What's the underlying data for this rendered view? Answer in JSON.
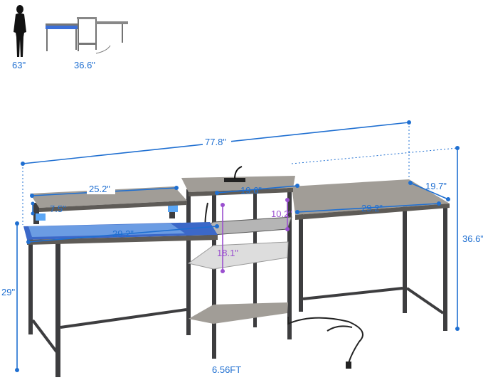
{
  "thumbnails": {
    "person_height": "63\"",
    "desk_height": "36.6\""
  },
  "dimensions": {
    "total_width": "77.8\"",
    "riser_width": "25.2\"",
    "riser_height": "7.5\"",
    "left_desk_width": "29.2\"",
    "cabinet_width": "19.6\"",
    "shelf_gap_top": "10.2\"",
    "shelf_gap_lower": "18.1\"",
    "right_desk_width": "29.2\"",
    "depth": "19.7\"",
    "overall_height": "36.6\"",
    "desk_height": "29\"",
    "cord_length": "6.56FT"
  },
  "colors": {
    "dimension_blue": "#1f6fd1",
    "dimension_purple": "#9a4fcf"
  }
}
